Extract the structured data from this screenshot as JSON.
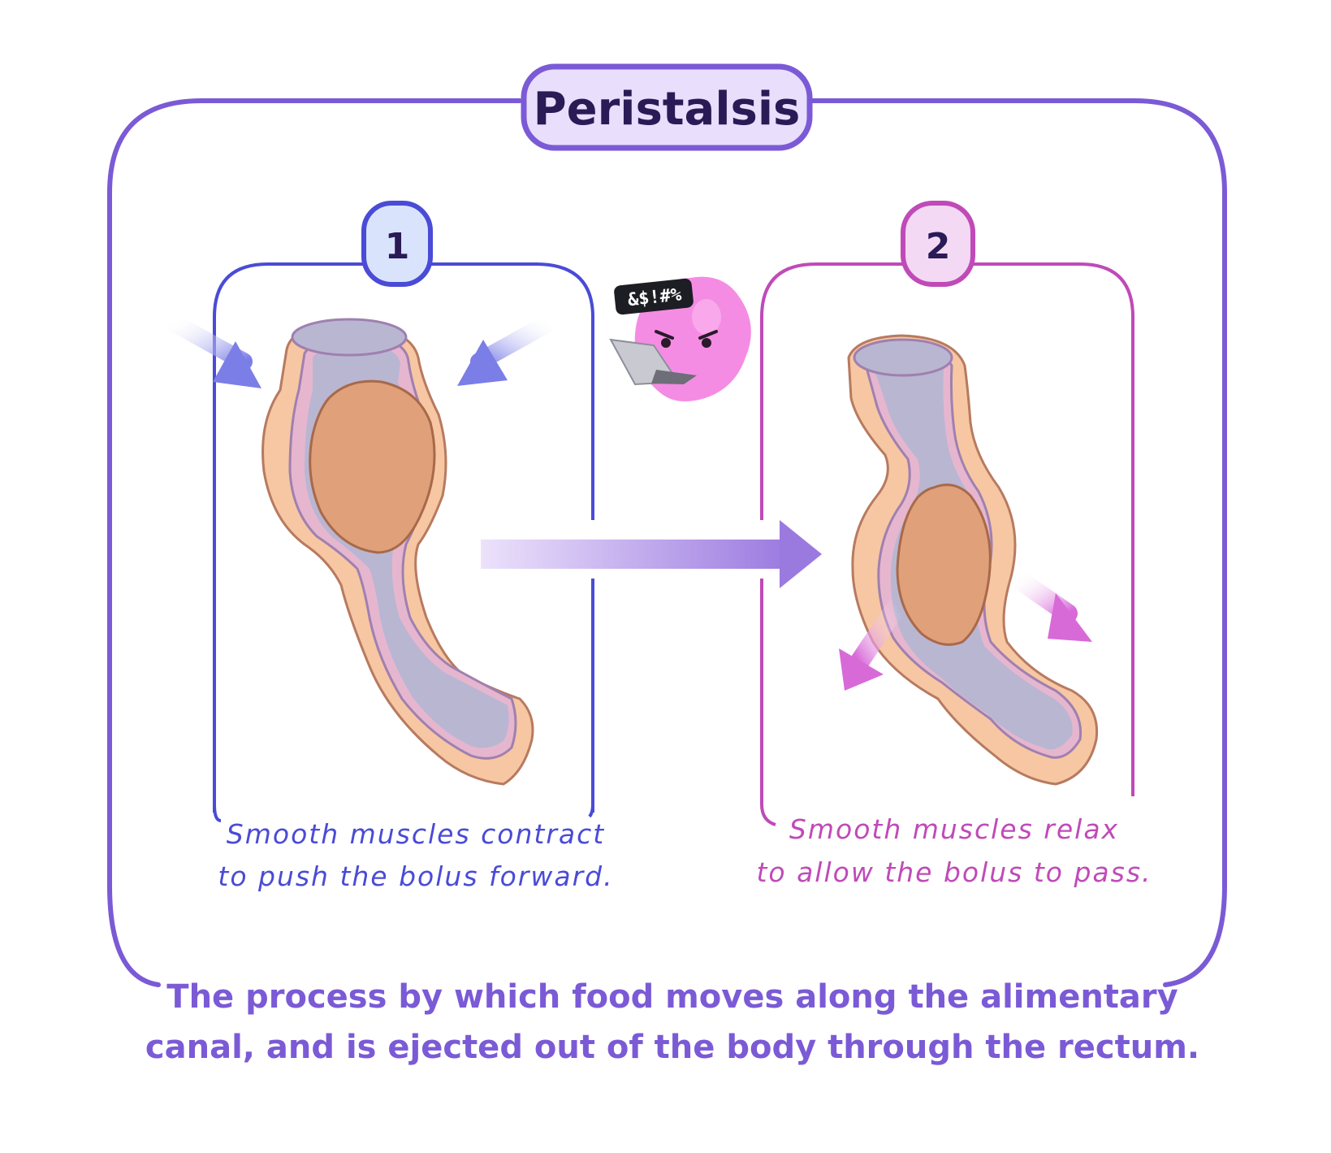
{
  "title": "Peristalsis",
  "steps": [
    {
      "number": "1",
      "caption_line1": "Smooth muscles contract",
      "caption_line2": "to push the bolus forward.",
      "color": "#4a4bd6"
    },
    {
      "number": "2",
      "caption_line1": "Smooth muscles relax",
      "caption_line2": "to allow the bolus to pass.",
      "color": "#c04ab8"
    }
  ],
  "mascot_text": "&$!#%",
  "description_line1": "The process by which food moves along the alimentary",
  "description_line2": "canal, and is ejected out of the body through the rectum.",
  "colors": {
    "frame": "#7b5ad6",
    "title_fill": "#e9defc",
    "title_text": "#2a1a55",
    "tissue": "#f6c7a2",
    "tissue_stroke": "#b77a60",
    "lumen": "#b9b6d2",
    "lining": "#e6b6cf",
    "bolus": "#dfa07a",
    "description": "#7b5ad6",
    "mascot": "#f58ce3"
  },
  "icons": [
    "contract-arrow-icon",
    "relax-arrow-icon",
    "progress-arrow-icon",
    "laptop-icon"
  ]
}
